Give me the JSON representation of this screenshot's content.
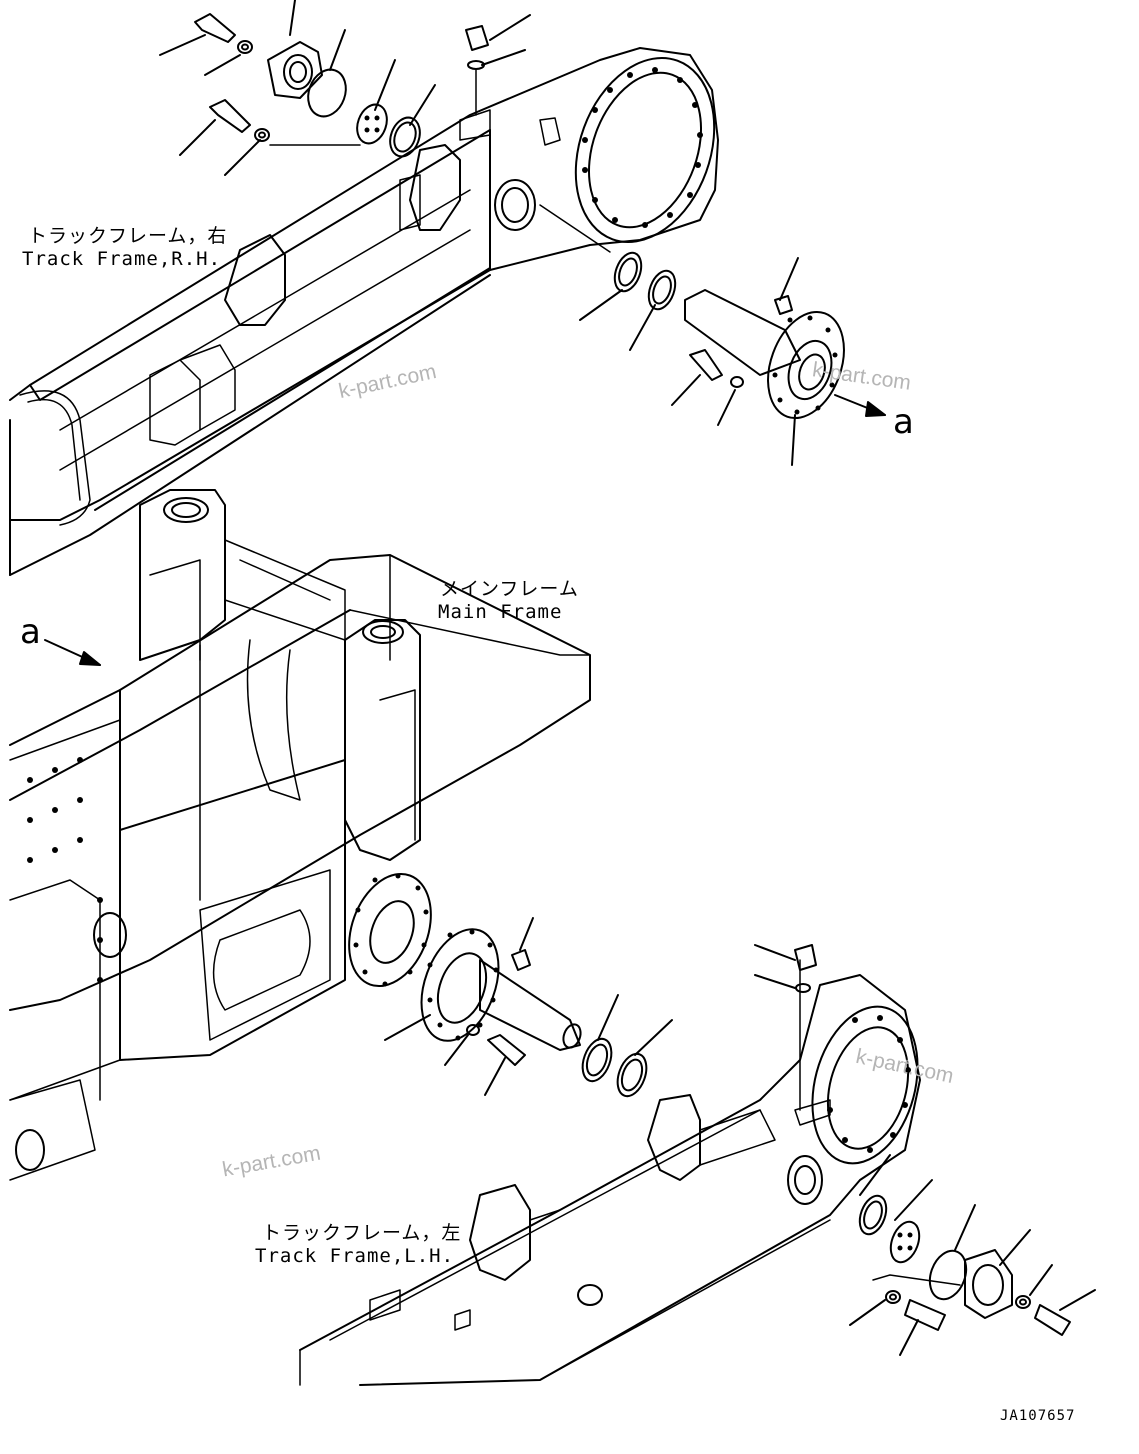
{
  "labels": {
    "track_frame_rh_jp": "トラックフレーム，右",
    "track_frame_rh_en": "Track Frame,R.H.",
    "main_frame_jp": "メインフレーム",
    "main_frame_en": "Main Frame",
    "track_frame_lh_jp": "トラックフレーム，左",
    "track_frame_lh_en": "Track Frame,L.H."
  },
  "reference_marks": {
    "arrow_out": "a",
    "arrow_in": "a"
  },
  "watermarks": [
    "k-part.com",
    "k-part.com",
    "k-part.com",
    "k-part.com"
  ],
  "drawing_code": "JA107657"
}
